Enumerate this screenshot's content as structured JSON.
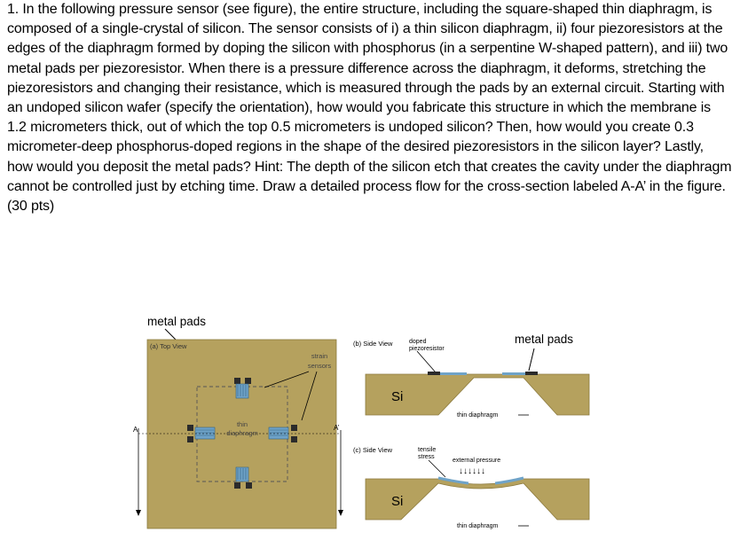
{
  "question": {
    "text": "1. In the following pressure sensor (see figure), the entire structure, including the square-shaped thin diaphragm, is composed of a single-crystal of silicon. The sensor consists of i) a thin silicon diaphragm, ii) four piezoresistors at the edges of the diaphragm formed by doping the silicon with phosphorus (in a serpentine W-shaped pattern), and iii) two metal pads per piezoresistor. When there is a pressure difference across the diaphragm, it deforms, stretching the piezoresistors and changing their resistance, which is measured through the pads by an external circuit. Starting with an undoped silicon wafer (specify the orientation), how would you fabricate this structure in which the membrane is 1.2 micrometers thick, out of which the top 0.5 micrometers is undoped silicon? Then, how would you create 0.3 micrometer-deep phosphorus-doped regions in the shape of the desired piezoresistors in the silicon layer? Lastly, how would you deposit the metal pads? Hint: The depth of the silicon etch that creates the cavity under the diaphragm cannot be controlled just by etching time. Draw a detailed process flow for the cross-section labeled A-A’ in the figure. (30 pts)"
  },
  "figure": {
    "top_view": {
      "metal_pads_label": "metal pads",
      "panel_label": "(a) Top View",
      "strain_label_1": "strain",
      "strain_label_2": "sensors",
      "thin_label": "thin",
      "diaphragm_label": "diaphragm",
      "section_a": "A",
      "section_a_prime": "A’"
    },
    "side_view_b": {
      "panel_label": "(b) Side View",
      "doped_label": "doped",
      "piezoresistor_label": "piezoresistor",
      "metal_pads_label": "metal pads",
      "si_label": "Si",
      "thin_diaphragm_label": "thin diaphragm"
    },
    "side_view_c": {
      "panel_label": "(c) Side View",
      "tensile_label": "tensile",
      "stress_label": "stress",
      "pressure_label": "external pressure",
      "arrows": "↓↓↓↓↓↓",
      "si_label": "Si",
      "thin_diaphragm_label": "thin diaphragm"
    },
    "colors": {
      "silicon": "#b5a15e",
      "piezoresistor": "#6fa3c8",
      "metal_pad": "#2b2b2b"
    }
  }
}
